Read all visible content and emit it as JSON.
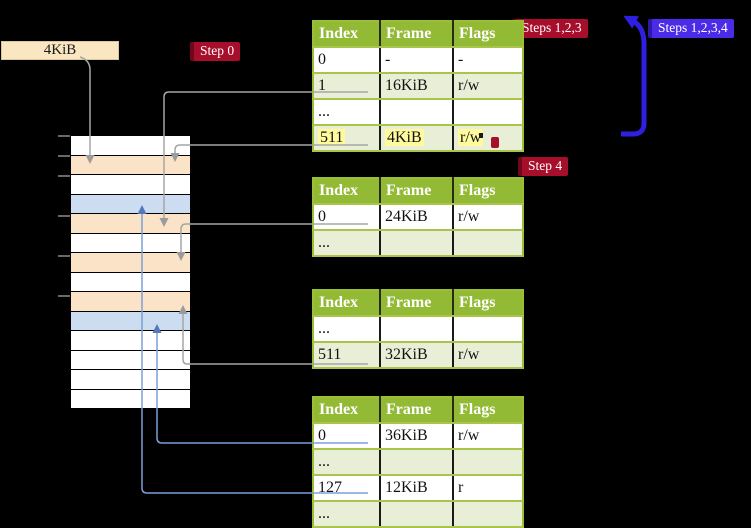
{
  "diagram": {
    "page_size_label": "4KiB",
    "badges": {
      "step0": "Step 0",
      "steps123": "Steps 1,2,3",
      "steps1234": "Steps 1,2,3,4",
      "step4": "Step 4"
    },
    "page_tables": [
      {
        "id": "table-1",
        "headers": [
          "Index",
          "Frame",
          "Flags"
        ],
        "rows": [
          [
            "0",
            "-",
            "-"
          ],
          [
            "1",
            "16KiB",
            "r/w"
          ],
          [
            "...",
            "",
            ""
          ],
          [
            "511",
            "4KiB",
            "r/w"
          ]
        ],
        "highlight_row": 3
      },
      {
        "id": "table-2",
        "headers": [
          "Index",
          "Frame",
          "Flags"
        ],
        "rows": [
          [
            "0",
            "24KiB",
            "r/w"
          ],
          [
            "...",
            "",
            ""
          ]
        ],
        "highlight_row": null
      },
      {
        "id": "table-3",
        "headers": [
          "Index",
          "Frame",
          "Flags"
        ],
        "rows": [
          [
            "...",
            "",
            ""
          ],
          [
            "511",
            "32KiB",
            "r/w"
          ]
        ],
        "highlight_row": null
      },
      {
        "id": "table-4",
        "headers": [
          "Index",
          "Frame",
          "Flags"
        ],
        "rows": [
          [
            "0",
            "36KiB",
            "r/w"
          ],
          [
            "...",
            "",
            ""
          ],
          [
            "127",
            "12KiB",
            "r"
          ],
          [
            "...",
            "",
            ""
          ]
        ],
        "highlight_row": null
      }
    ],
    "memory_rows": [
      "white",
      "peach",
      "white",
      "blue",
      "peach",
      "white",
      "peach",
      "white",
      "peach",
      "blue",
      "white",
      "white",
      "white",
      "white"
    ],
    "colors": {
      "table_header_green": "#93BA35",
      "table_alt_row_green": "#E9EFD7",
      "table_border_green": "#9ABF35",
      "memory_frame_peach": "#FBE3C8",
      "memory_frame_blue": "#CDDDF1",
      "memory_frame_white": "#FFFFFF",
      "label_cream": "#FAE7C2",
      "badge_red": "#A60E2B",
      "badge_blue": "#4B2BE8",
      "highlight_yellow": "#FFFB9D",
      "connector_gray": "#A6A6A6",
      "connector_blue": "#7C9FD6",
      "big_arrow_blue": "#2F1FE0"
    }
  }
}
